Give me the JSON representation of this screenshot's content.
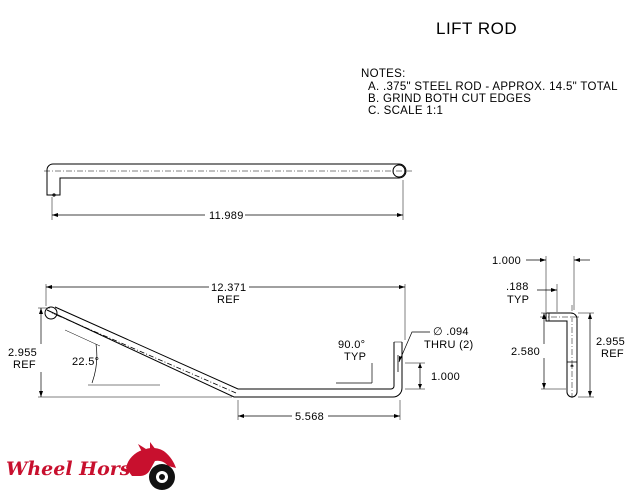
{
  "title": "LIFT ROD",
  "notes": {
    "heading": "NOTES:",
    "items": [
      "A.  .375\" STEEL ROD - APPROX. 14.5\" TOTAL",
      "B. GRIND BOTH CUT EDGES",
      "C. SCALE 1:1"
    ]
  },
  "top_view": {
    "length": "11.989"
  },
  "front_view": {
    "overall_length": "12.371",
    "overall_length_suffix": "REF",
    "height": "2.955",
    "height_suffix": "REF",
    "angle": "22.5°",
    "bend_angle": "90.0°",
    "bend_angle_suffix": "TYP",
    "hole": "∅ .094",
    "hole_suffix": "THRU (2)",
    "leg_height": "1.000",
    "flat_length": "5.568"
  },
  "side_view": {
    "width": "1.000",
    "offset": ".188",
    "offset_suffix": "TYP",
    "leg_length": "2.580",
    "height": "2.955",
    "height_suffix": "REF"
  },
  "logo": {
    "text": "Wheel Horse",
    "colors": {
      "text": "#c8102e",
      "horse": "#c8102e",
      "wheel": "#111111"
    }
  }
}
